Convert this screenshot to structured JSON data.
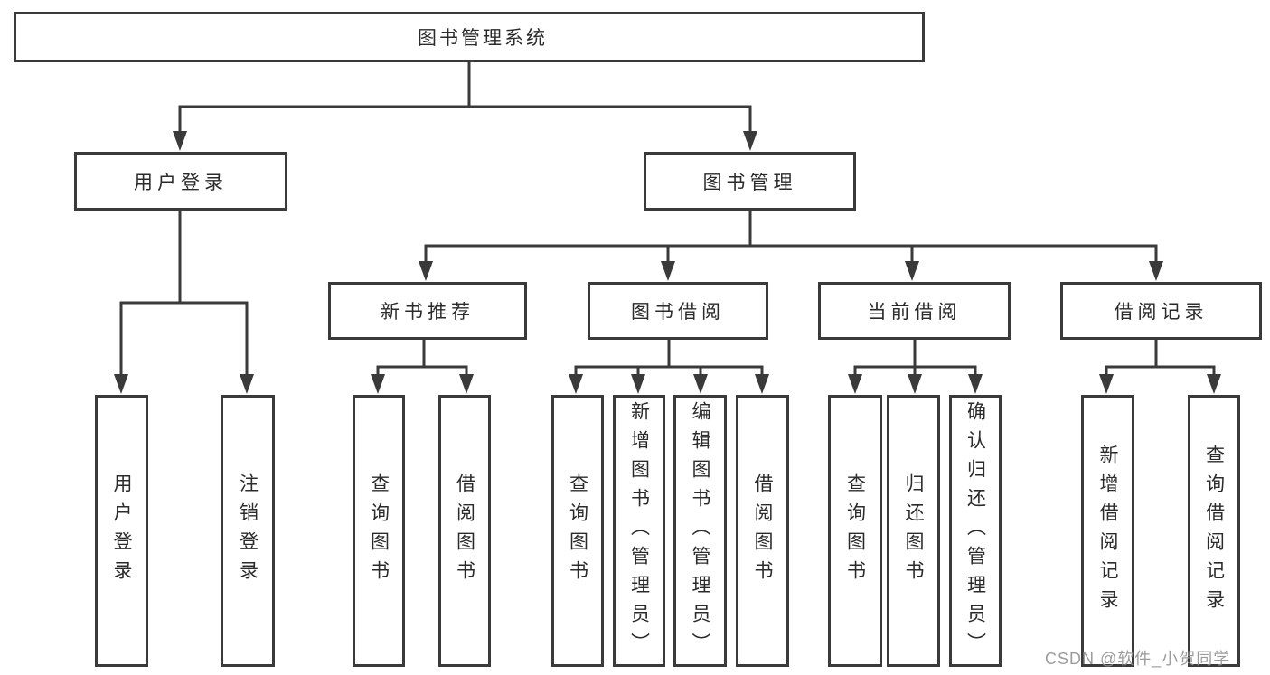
{
  "diagram": {
    "type": "tree",
    "title": "图书管理系统",
    "tree": {
      "root": {
        "label": "图书管理系统",
        "children": [
          {
            "label": "用户登录",
            "children": [
              {
                "label": "用户登录"
              },
              {
                "label": "注销登录"
              }
            ]
          },
          {
            "label": "图书管理",
            "children": [
              {
                "label": "新书推荐",
                "children": [
                  {
                    "label": "查询图书"
                  },
                  {
                    "label": "借阅图书"
                  }
                ]
              },
              {
                "label": "图书借阅",
                "children": [
                  {
                    "label": "查询图书"
                  },
                  {
                    "label": "新增图书（管理员）"
                  },
                  {
                    "label": "编辑图书（管理员）"
                  },
                  {
                    "label": "借阅图书"
                  }
                ]
              },
              {
                "label": "当前借阅",
                "children": [
                  {
                    "label": "查询图书"
                  },
                  {
                    "label": "归还图书"
                  },
                  {
                    "label": "确认归还（管理员）"
                  }
                ]
              },
              {
                "label": "借阅记录",
                "children": [
                  {
                    "label": "新增借阅记录"
                  },
                  {
                    "label": "查询借阅记录"
                  }
                ]
              }
            ]
          }
        ]
      }
    }
  },
  "watermark": {
    "text": "CSDN @软件_小贺同学"
  },
  "colors": {
    "background": "#ffffff",
    "box_border": "#3a3a3a",
    "connector_line": "#3a3a3a",
    "text": "#2b2b2b",
    "watermark_text": "#949494"
  }
}
